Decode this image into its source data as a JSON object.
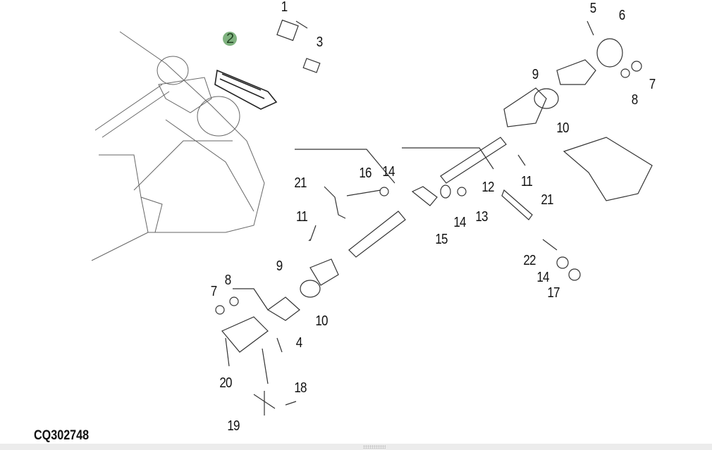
{
  "diagram": {
    "code": "CQ302748",
    "highlight_color": "#7fb27f",
    "callouts": [
      "1",
      "2",
      "3",
      "5",
      "6",
      "9",
      "7",
      "8",
      "10",
      "11",
      "12",
      "21",
      "16",
      "14",
      "21",
      "13",
      "14",
      "15",
      "11",
      "22",
      "14",
      "17",
      "9",
      "8",
      "7",
      "10",
      "4",
      "20",
      "18",
      "19"
    ]
  }
}
